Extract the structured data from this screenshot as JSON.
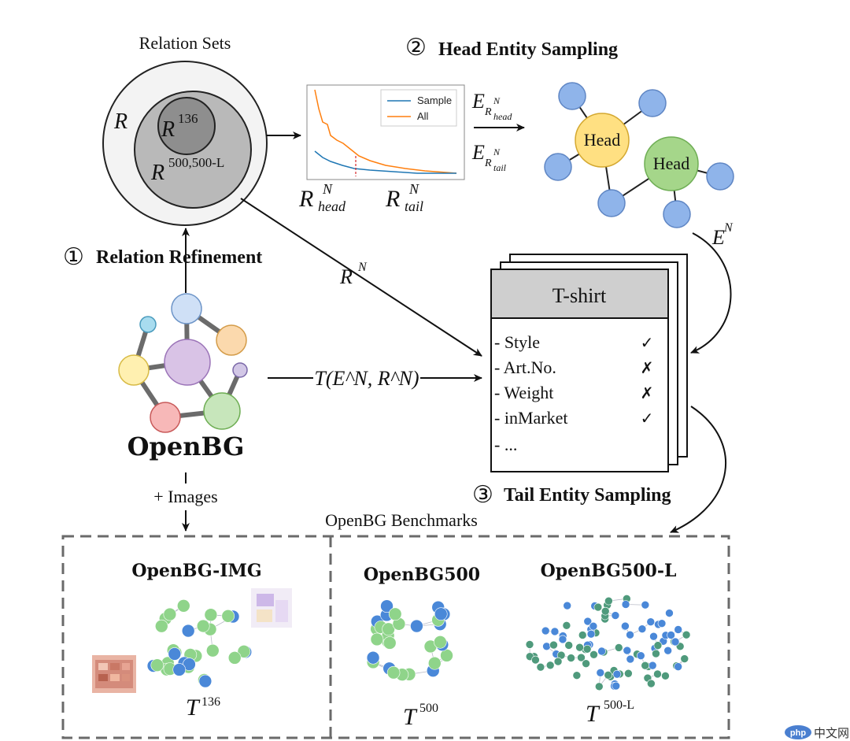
{
  "relation_sets": {
    "title": "Relation Sets",
    "outer_label": "R",
    "middle_label_base": "R",
    "middle_label_sup": "500,500-L",
    "inner_label_base": "R",
    "inner_label_sup": "136"
  },
  "step1": {
    "number": "①",
    "label": "Relation Refinement"
  },
  "step2": {
    "number": "②",
    "label": "Head Entity Sampling"
  },
  "step3": {
    "number": "③",
    "label": "Tail Entity Sampling"
  },
  "distribution_plot": {
    "legend": [
      "Sample",
      "All"
    ],
    "colors": {
      "Sample": "#1f77b4",
      "All": "#ff7f0e"
    },
    "head_label_base": "R",
    "head_label_sup": "N",
    "head_label_sub": "head",
    "tail_label_base": "R",
    "tail_label_sup": "N",
    "tail_label_sub": "tail"
  },
  "entity_sets": {
    "head_base": "E",
    "head_sub_base": "R",
    "head_sub_sup": "N",
    "head_sub_sub": "head",
    "tail_base": "E",
    "tail_sub_base": "R",
    "tail_sub_sup": "N",
    "tail_sub_sub": "tail"
  },
  "head_graph": {
    "head_nodes": [
      "Head",
      "Head"
    ],
    "colors": {
      "yellow": "#ffe082",
      "green": "#a5d68a",
      "blue": "#8fb4ea"
    }
  },
  "arrow_labels": {
    "entity_base": "E",
    "entity_sup": "N",
    "relation_base": "R",
    "relation_sup": "N",
    "triple": "T(E^N, R^N)"
  },
  "openbg": {
    "name": "OpenBG",
    "images_label": "+ Images"
  },
  "card": {
    "title": "T-shirt",
    "rows": [
      {
        "label": "- Style",
        "mark": "✓"
      },
      {
        "label": "- Art.No.",
        "mark": "✗"
      },
      {
        "label": "- Weight",
        "mark": "✗"
      },
      {
        "label": "- inMarket",
        "mark": "✓"
      },
      {
        "label": "- ...",
        "mark": ""
      }
    ]
  },
  "benchmarks": {
    "title": "OpenBG Benchmarks",
    "items": [
      {
        "name": "OpenBG-IMG",
        "symbol": "T",
        "sup": "136"
      },
      {
        "name": "OpenBG500",
        "symbol": "T",
        "sup": "500"
      },
      {
        "name": "OpenBG500-L",
        "symbol": "T",
        "sup": "500-L"
      }
    ]
  },
  "watermark": {
    "text": "中文网",
    "logo": "php"
  }
}
